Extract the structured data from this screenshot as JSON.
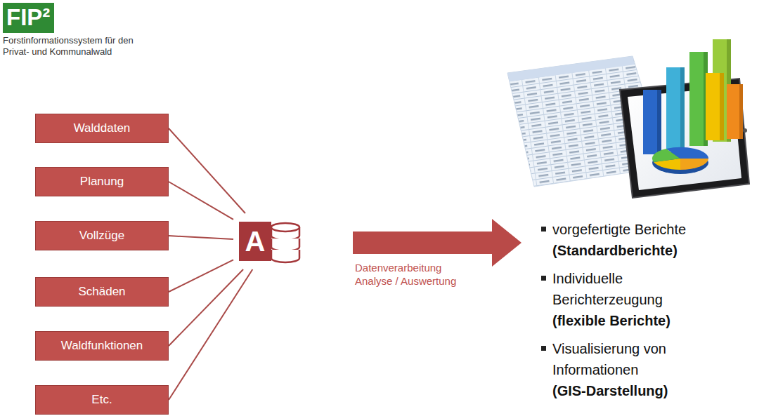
{
  "diagram": {
    "nodes": [
      {
        "text": [
          "Walddaten"
        ]
      },
      {
        "text": [
          "Planung"
        ]
      },
      {
        "text": [
          "Vollzüge"
        ]
      },
      {
        "text": [
          "Schäden"
        ]
      },
      {
        "text": [
          "Waldfunktionen"
        ]
      },
      {
        "text": [
          "Etc."
        ]
      },
      {
        "text": [
          "A"
        ]
      }
    ],
    "edges": [
      {
        "from": 0,
        "to": 6,
        "arrow": "none"
      },
      {
        "from": 1,
        "to": 6,
        "arrow": "none"
      },
      {
        "from": 2,
        "to": 6,
        "arrow": "none"
      },
      {
        "from": 3,
        "to": 6,
        "arrow": "none"
      },
      {
        "from": 4,
        "to": 6,
        "arrow": "none"
      },
      {
        "from": 5,
        "to": 6,
        "arrow": "none"
      }
    ],
    "labels": [
      "FIP²",
      "Forstinformationssystem für den Privat- und Kommunalwald",
      "Datenverarbeitung Analyse / Auswertung",
      "vorgefertigte Berichte",
      "(Standardberichte)",
      "Individuelle Berichterzeugung",
      "(flexible Berichte)",
      "Visualisierung von Informationen",
      "(GIS-Darstellung)"
    ]
  }
}
